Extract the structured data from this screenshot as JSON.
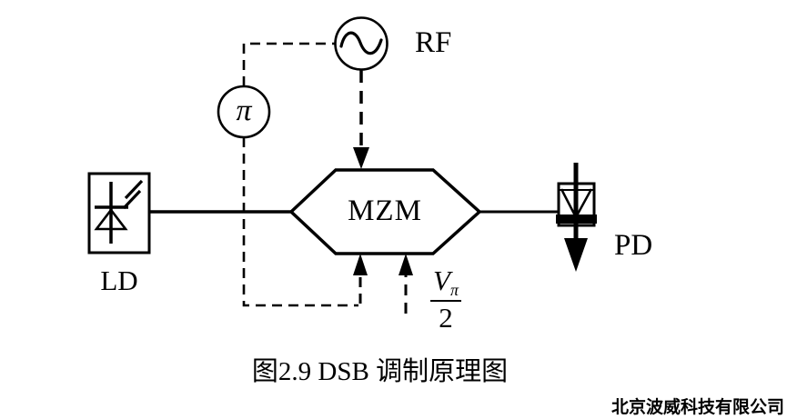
{
  "colors": {
    "ink": "#000000",
    "background": "#ffffff"
  },
  "diagram": {
    "rf_label": "RF",
    "pi_symbol": "π",
    "ld_label": "LD",
    "mzm_label": "MZM",
    "pd_label": "PD",
    "bias_fraction": {
      "numerator": "V",
      "numerator_subscript": "π",
      "denominator": "2"
    }
  },
  "caption": "图2.9 DSB 调制原理图",
  "watermark": "北京波威科技有限公司"
}
